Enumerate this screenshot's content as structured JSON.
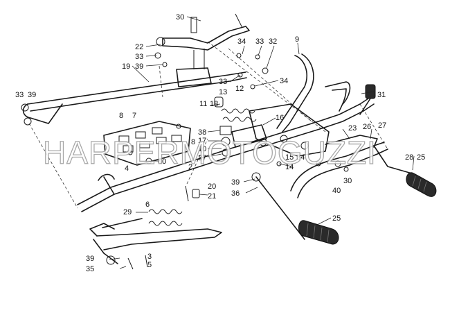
{
  "watermark": "HARPERMOTOGUZZI",
  "callouts": [
    {
      "id": "c30a",
      "text": "30"
    },
    {
      "id": "c22",
      "text": "22"
    },
    {
      "id": "c33a",
      "text": "33"
    },
    {
      "id": "c39a",
      "text": "39"
    },
    {
      "id": "c19",
      "text": "19"
    },
    {
      "id": "c33b",
      "text": "33"
    },
    {
      "id": "c39b",
      "text": "39"
    },
    {
      "id": "c34a",
      "text": "34"
    },
    {
      "id": "c33c",
      "text": "33"
    },
    {
      "id": "c32",
      "text": "32"
    },
    {
      "id": "c9",
      "text": "9"
    },
    {
      "id": "c33d",
      "text": "33"
    },
    {
      "id": "c34b",
      "text": "34"
    },
    {
      "id": "c13",
      "text": "13"
    },
    {
      "id": "c12",
      "text": "12"
    },
    {
      "id": "c31",
      "text": "31"
    },
    {
      "id": "c11",
      "text": "11"
    },
    {
      "id": "c18",
      "text": "18"
    },
    {
      "id": "c16",
      "text": "16"
    },
    {
      "id": "c8a",
      "text": "8"
    },
    {
      "id": "c7",
      "text": "7"
    },
    {
      "id": "c38",
      "text": "38"
    },
    {
      "id": "c8b",
      "text": "8"
    },
    {
      "id": "c17",
      "text": "17"
    },
    {
      "id": "c10",
      "text": "10"
    },
    {
      "id": "c37",
      "text": "37"
    },
    {
      "id": "c23",
      "text": "23"
    },
    {
      "id": "c26",
      "text": "26"
    },
    {
      "id": "c27",
      "text": "27"
    },
    {
      "id": "c15",
      "text": "15"
    },
    {
      "id": "c24",
      "text": "24"
    },
    {
      "id": "c14",
      "text": "14"
    },
    {
      "id": "c4",
      "text": "4"
    },
    {
      "id": "c40a",
      "text": "40"
    },
    {
      "id": "c2",
      "text": "2"
    },
    {
      "id": "c28",
      "text": "28"
    },
    {
      "id": "c25a",
      "text": "25"
    },
    {
      "id": "c20",
      "text": "20"
    },
    {
      "id": "c39c",
      "text": "39"
    },
    {
      "id": "c36",
      "text": "36"
    },
    {
      "id": "c30b",
      "text": "30"
    },
    {
      "id": "c40b",
      "text": "40"
    },
    {
      "id": "c21",
      "text": "21"
    },
    {
      "id": "c6",
      "text": "6"
    },
    {
      "id": "c29",
      "text": "29"
    },
    {
      "id": "c25b",
      "text": "25"
    },
    {
      "id": "c39d",
      "text": "39"
    },
    {
      "id": "c35",
      "text": "35"
    },
    {
      "id": "c3",
      "text": "3"
    },
    {
      "id": "c5",
      "text": "5"
    }
  ]
}
